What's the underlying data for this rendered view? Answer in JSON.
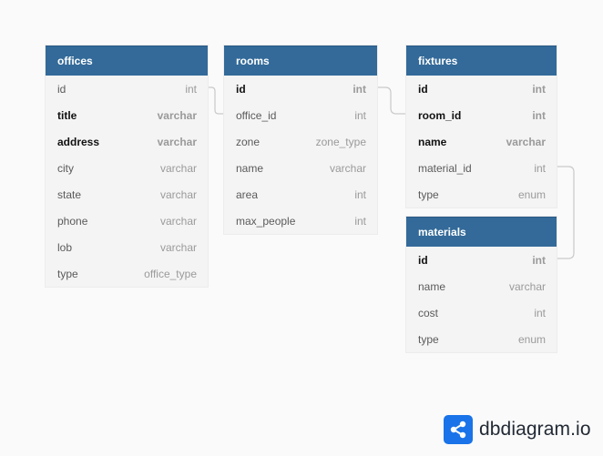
{
  "brand": {
    "name": "dbdiagram.io",
    "accent": "#1a73e8"
  },
  "colors": {
    "header": "#336a99",
    "background": "#fafafa",
    "body": "#f4f4f4"
  },
  "tables": [
    {
      "name": "offices",
      "fields": [
        {
          "name": "id",
          "type": "int",
          "bold": false
        },
        {
          "name": "title",
          "type": "varchar",
          "bold": true
        },
        {
          "name": "address",
          "type": "varchar",
          "bold": true
        },
        {
          "name": "city",
          "type": "varchar",
          "bold": false
        },
        {
          "name": "state",
          "type": "varchar",
          "bold": false
        },
        {
          "name": "phone",
          "type": "varchar",
          "bold": false
        },
        {
          "name": "lob",
          "type": "varchar",
          "bold": false
        },
        {
          "name": "type",
          "type": "office_type",
          "bold": false
        }
      ]
    },
    {
      "name": "rooms",
      "fields": [
        {
          "name": "id",
          "type": "int",
          "bold": true
        },
        {
          "name": "office_id",
          "type": "int",
          "bold": false
        },
        {
          "name": "zone",
          "type": "zone_type",
          "bold": false
        },
        {
          "name": "name",
          "type": "varchar",
          "bold": false
        },
        {
          "name": "area",
          "type": "int",
          "bold": false
        },
        {
          "name": "max_people",
          "type": "int",
          "bold": false
        }
      ]
    },
    {
      "name": "fixtures",
      "fields": [
        {
          "name": "id",
          "type": "int",
          "bold": true
        },
        {
          "name": "room_id",
          "type": "int",
          "bold": true
        },
        {
          "name": "name",
          "type": "varchar",
          "bold": true
        },
        {
          "name": "material_id",
          "type": "int",
          "bold": false
        },
        {
          "name": "type",
          "type": "enum",
          "bold": false
        }
      ]
    },
    {
      "name": "materials",
      "fields": [
        {
          "name": "id",
          "type": "int",
          "bold": true
        },
        {
          "name": "name",
          "type": "varchar",
          "bold": false
        },
        {
          "name": "cost",
          "type": "int",
          "bold": false
        },
        {
          "name": "type",
          "type": "enum",
          "bold": false
        }
      ]
    }
  ],
  "relationships": [
    {
      "from": "offices.id",
      "to": "rooms.office_id"
    },
    {
      "from": "rooms.id",
      "to": "fixtures.room_id"
    },
    {
      "from": "fixtures.material_id",
      "to": "materials.id"
    }
  ]
}
